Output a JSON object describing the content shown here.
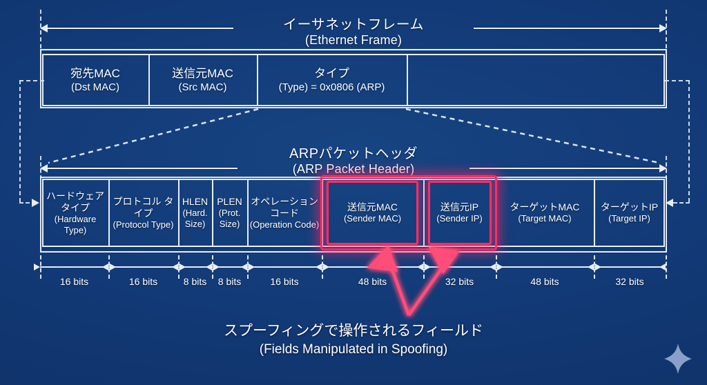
{
  "theme": {
    "background": "#123873",
    "line": "#eaf0fa",
    "highlight": "#ff2e63",
    "text": "#ffffff"
  },
  "ethernet": {
    "title_jp": "イーサネットフレーム",
    "title_en": "(Ethernet Frame)",
    "fields": [
      {
        "jp": "宛先MAC",
        "en": "(Dst MAC)"
      },
      {
        "jp": "送信元MAC",
        "en": "(Src MAC)"
      },
      {
        "jp": "タイプ",
        "en": "(Type) = 0x0806 (ARP)"
      },
      {
        "jp": "",
        "en": ""
      }
    ]
  },
  "arp": {
    "title_jp": "ARPパケットヘッダ",
    "title_en": "(ARP Packet Header)",
    "fields": [
      {
        "jp": "ハードウェア タイプ",
        "en": "(Hardware Type)",
        "bits": "16 bits",
        "highlight": false
      },
      {
        "jp": "プロトコル タイプ",
        "en": "(Protocol Type)",
        "bits": "16 bits",
        "highlight": false
      },
      {
        "jp": "HLEN",
        "en": "(Hard. Size)",
        "bits": "8 bits",
        "highlight": false
      },
      {
        "jp": "PLEN",
        "en": "(Prot. Size)",
        "bits": "8 bits",
        "highlight": false
      },
      {
        "jp": "オペレーションコード",
        "en": "(Operation Code)",
        "bits": "16 bits",
        "highlight": false
      },
      {
        "jp": "送信元MAC",
        "en": "(Sender MAC)",
        "bits": "48 bits",
        "highlight": true
      },
      {
        "jp": "送信元IP",
        "en": "(Sender IP)",
        "bits": "32 bits",
        "highlight": true
      },
      {
        "jp": "ターゲットMAC",
        "en": "(Target MAC)",
        "bits": "48 bits",
        "highlight": false
      },
      {
        "jp": "ターゲットIP",
        "en": "(Target IP)",
        "bits": "32 bits",
        "highlight": false
      }
    ]
  },
  "caption": {
    "jp": "スプーフィングで操作されるフィールド",
    "en": "(Fields Manipulated in Spoofing)"
  },
  "watermark": {
    "icon": "sparkle-icon"
  }
}
